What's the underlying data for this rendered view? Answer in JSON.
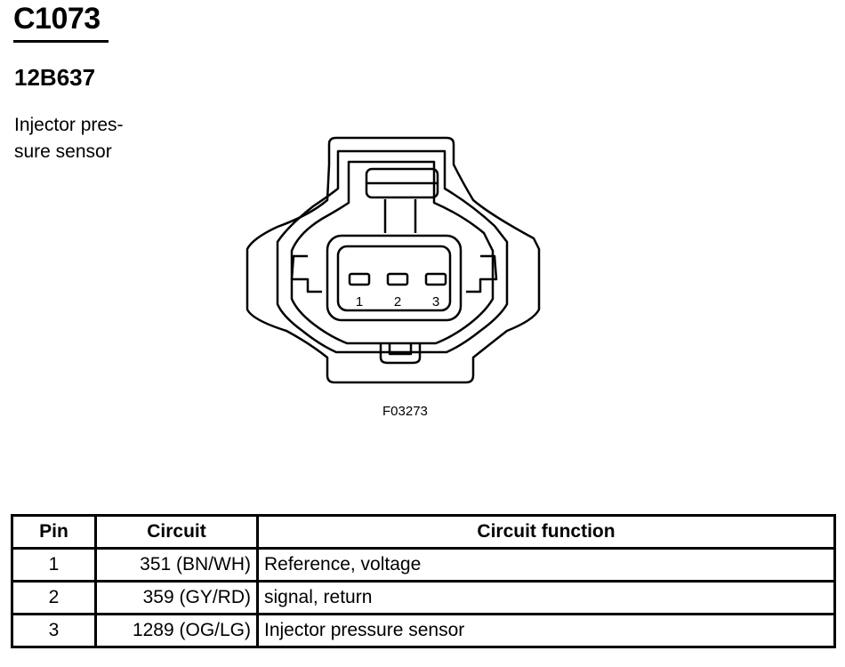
{
  "header": {
    "connector_id": "C1073",
    "part_number": "12B637",
    "description_lines": [
      "Injector pres-",
      "sure sensor"
    ]
  },
  "figure": {
    "code": "F03273",
    "pin_labels": [
      "1",
      "2",
      "3"
    ]
  },
  "table": {
    "headers": [
      "Pin",
      "Circuit",
      "Circuit function"
    ],
    "rows": [
      {
        "pin": "1",
        "circuit": "351 (BN/WH)",
        "function": "Reference, voltage"
      },
      {
        "pin": "2",
        "circuit": "359 (GY/RD)",
        "function": "signal, return"
      },
      {
        "pin": "3",
        "circuit": "1289 (OG/LG)",
        "function": "Injector pressure sensor"
      }
    ]
  }
}
